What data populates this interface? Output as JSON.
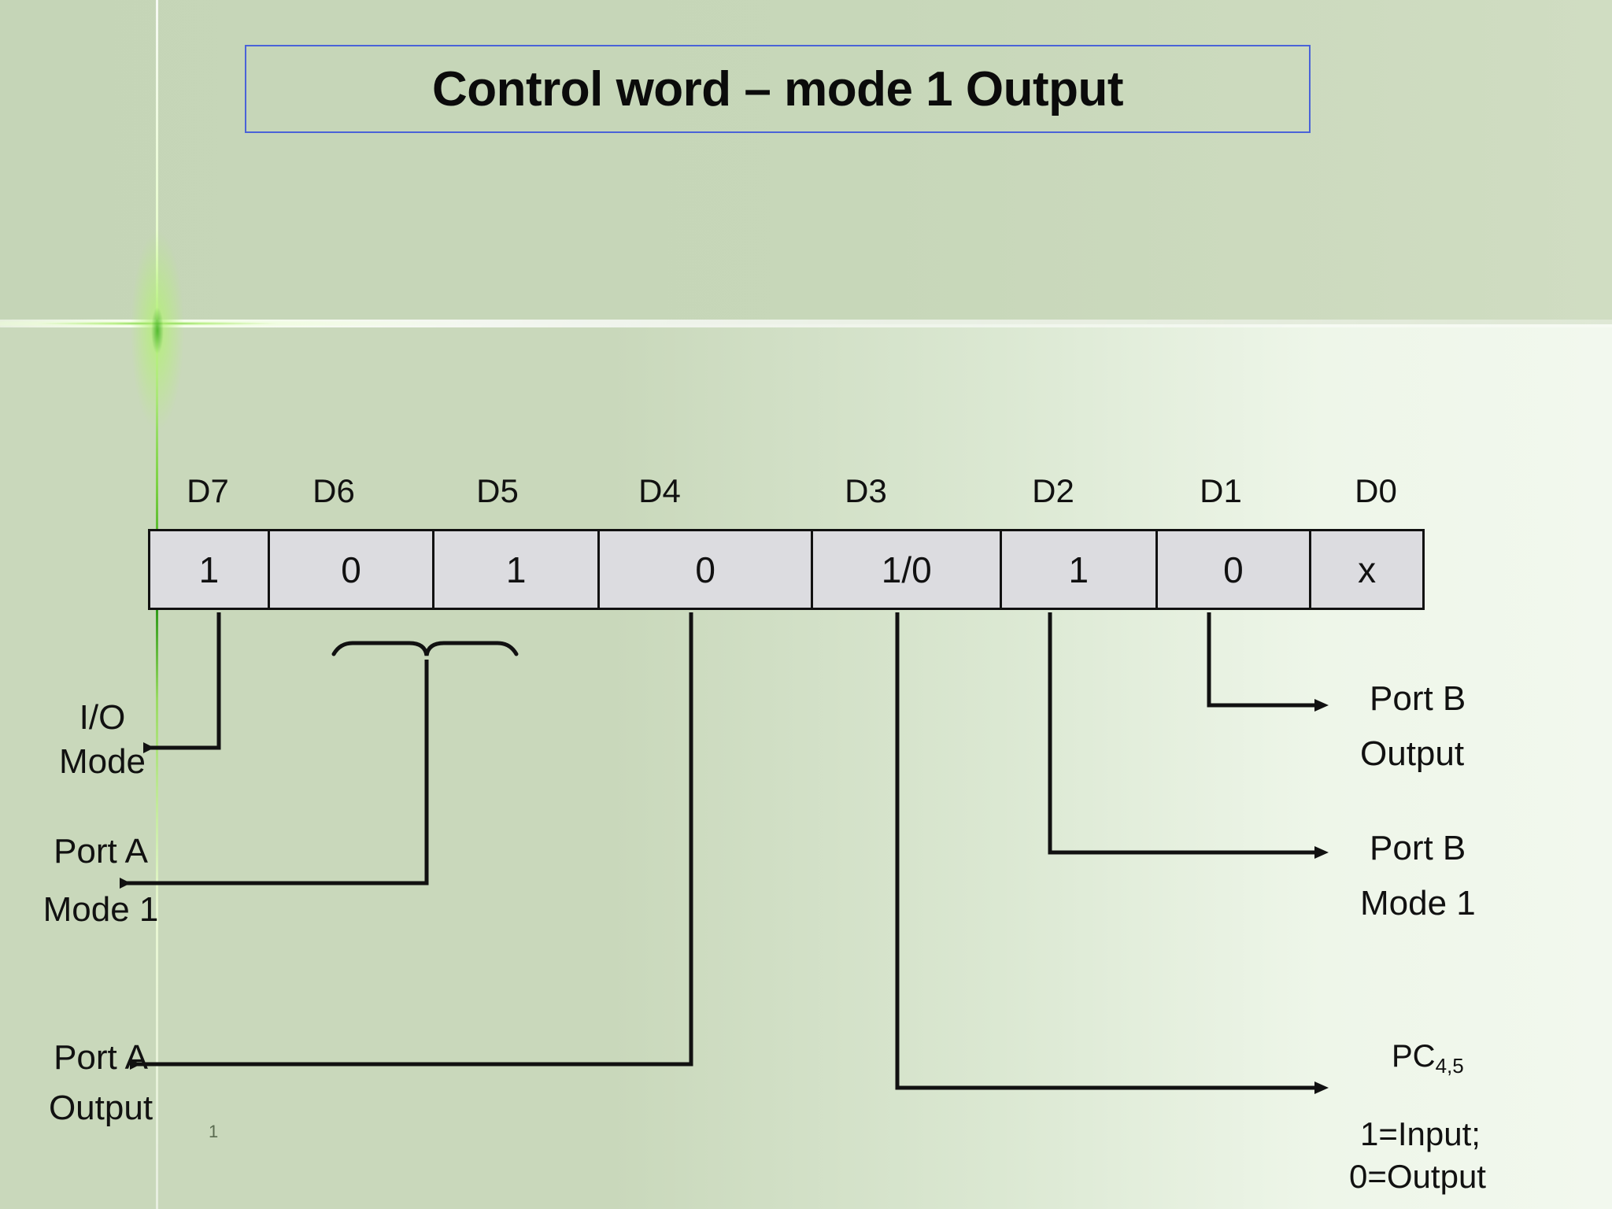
{
  "slide": {
    "title": "Control word – mode 1 Output",
    "page_number": "1",
    "title_border_color": "#4a63d8",
    "accent_color": "#3c9a1e",
    "background_color": "#c9d8bb",
    "cell_fill_color": "#dcdce0"
  },
  "bit_table": {
    "labels": [
      "D7",
      "D6",
      "D5",
      "D4",
      "D3",
      "D2",
      "D1",
      "D0"
    ],
    "values": [
      "1",
      "0",
      "1",
      "0",
      "1/0",
      "1",
      "0",
      "x"
    ],
    "widths": [
      152,
      210,
      210,
      272,
      240,
      198,
      196,
      144
    ]
  },
  "annotations": {
    "left": [
      {
        "name": "io-mode",
        "lines": [
          "I/O",
          "Mode"
        ]
      },
      {
        "name": "port-a-mode-1",
        "lines": [
          "Port A",
          "Mode 1"
        ]
      },
      {
        "name": "port-a-output",
        "lines": [
          "Port A",
          "Output"
        ]
      }
    ],
    "right": [
      {
        "name": "port-b-output",
        "lines": [
          "Port B",
          "Output"
        ]
      },
      {
        "name": "port-b-mode-1",
        "lines": [
          "Port B",
          "Mode 1"
        ]
      },
      {
        "name": "pc45",
        "base": "PC",
        "sub": "4,5"
      }
    ],
    "legend": [
      "1=Input;",
      "0=Output"
    ]
  }
}
